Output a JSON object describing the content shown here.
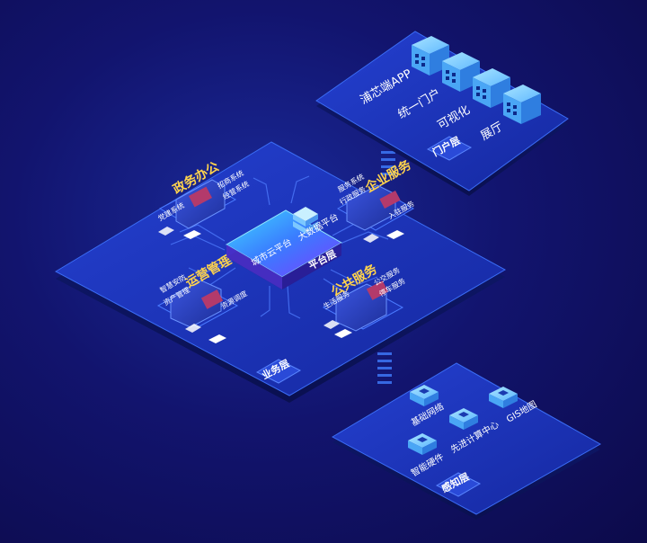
{
  "portal_layer": {
    "tag": "门户层",
    "items": [
      "浦芯端APP",
      "统一门户",
      "可视化",
      "展厅"
    ]
  },
  "business_layer": {
    "tag": "业务层",
    "modules": [
      {
        "title": "政务办公",
        "labels": [
          "党建系统",
          "招商系统",
          "经营系统"
        ]
      },
      {
        "title": "企业服务",
        "labels": [
          "服务系统",
          "行政服务",
          "入驻服务"
        ]
      },
      {
        "title": "运营管理",
        "labels": [
          "智慧安防",
          "资产管理",
          "资源调度"
        ]
      },
      {
        "title": "公共服务",
        "labels": [
          "生活服务",
          "公交服务",
          "停车服务"
        ]
      }
    ]
  },
  "platform_layer": {
    "tag": "平台层",
    "labels": [
      "城市云平台",
      "大数据平台"
    ]
  },
  "perception_layer": {
    "tag": "感知层",
    "items": [
      "基础网络",
      "先进计算中心",
      "GIS地图",
      "智能硬件"
    ]
  },
  "colors": {
    "background": "#12146e",
    "plate": "#1b2fb5",
    "plate_edge": "#2a5cf0",
    "cube": "#5fb8ff",
    "platform_glow": "#29b8ff",
    "module_title": "#ffd34d"
  }
}
